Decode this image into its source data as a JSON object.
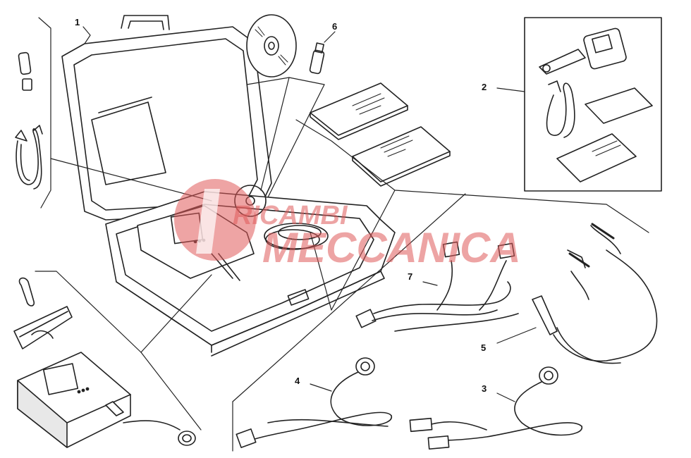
{
  "diagram": {
    "callouts": [
      {
        "id": "1",
        "label": "1"
      },
      {
        "id": "2",
        "label": "2"
      },
      {
        "id": "3",
        "label": "3"
      },
      {
        "id": "4",
        "label": "4"
      },
      {
        "id": "5",
        "label": "5"
      },
      {
        "id": "6",
        "label": "6"
      },
      {
        "id": "7",
        "label": "7"
      }
    ],
    "watermark": {
      "line1": "RICAMBI",
      "line2": "MECCANICA",
      "color": "#e05a5a"
    },
    "colors": {
      "stroke": "#222222",
      "fill": "#ffffff",
      "shade": "#d8d8d8"
    }
  }
}
